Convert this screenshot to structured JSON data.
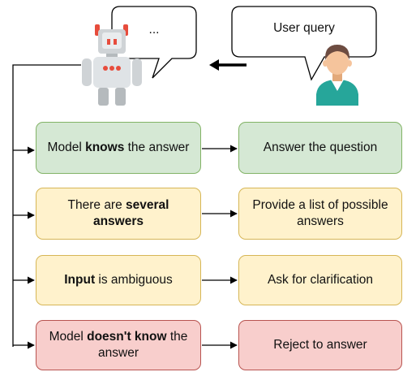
{
  "bubbles": {
    "robot_text": "...",
    "user_text": "User query"
  },
  "icons": {
    "robot": "robot-icon",
    "user": "user-avatar-icon",
    "arrow": "left-arrow-icon"
  },
  "rows": [
    {
      "case": {
        "pre": "Model ",
        "bold": "knows",
        "post": " the answer"
      },
      "response": "Answer the question",
      "style": "green"
    },
    {
      "case": {
        "pre": "There are ",
        "bold": "several answers",
        "post": ""
      },
      "response": "Provide a list of possible answers",
      "style": "yellow"
    },
    {
      "case": {
        "pre": "",
        "bold": "Input",
        "post": " is ambiguous"
      },
      "response": "Ask for clarification",
      "style": "yellow"
    },
    {
      "case": {
        "pre": "Model ",
        "bold": "doesn't know",
        "post": " the answer"
      },
      "response": "Reject to answer",
      "style": "red"
    }
  ],
  "colors": {
    "green_fill": "#d5e8d4",
    "green_border": "#82b366",
    "yellow_fill": "#fff2cc",
    "yellow_border": "#d6b656",
    "red_fill": "#f8cecc",
    "red_border": "#b85450"
  }
}
